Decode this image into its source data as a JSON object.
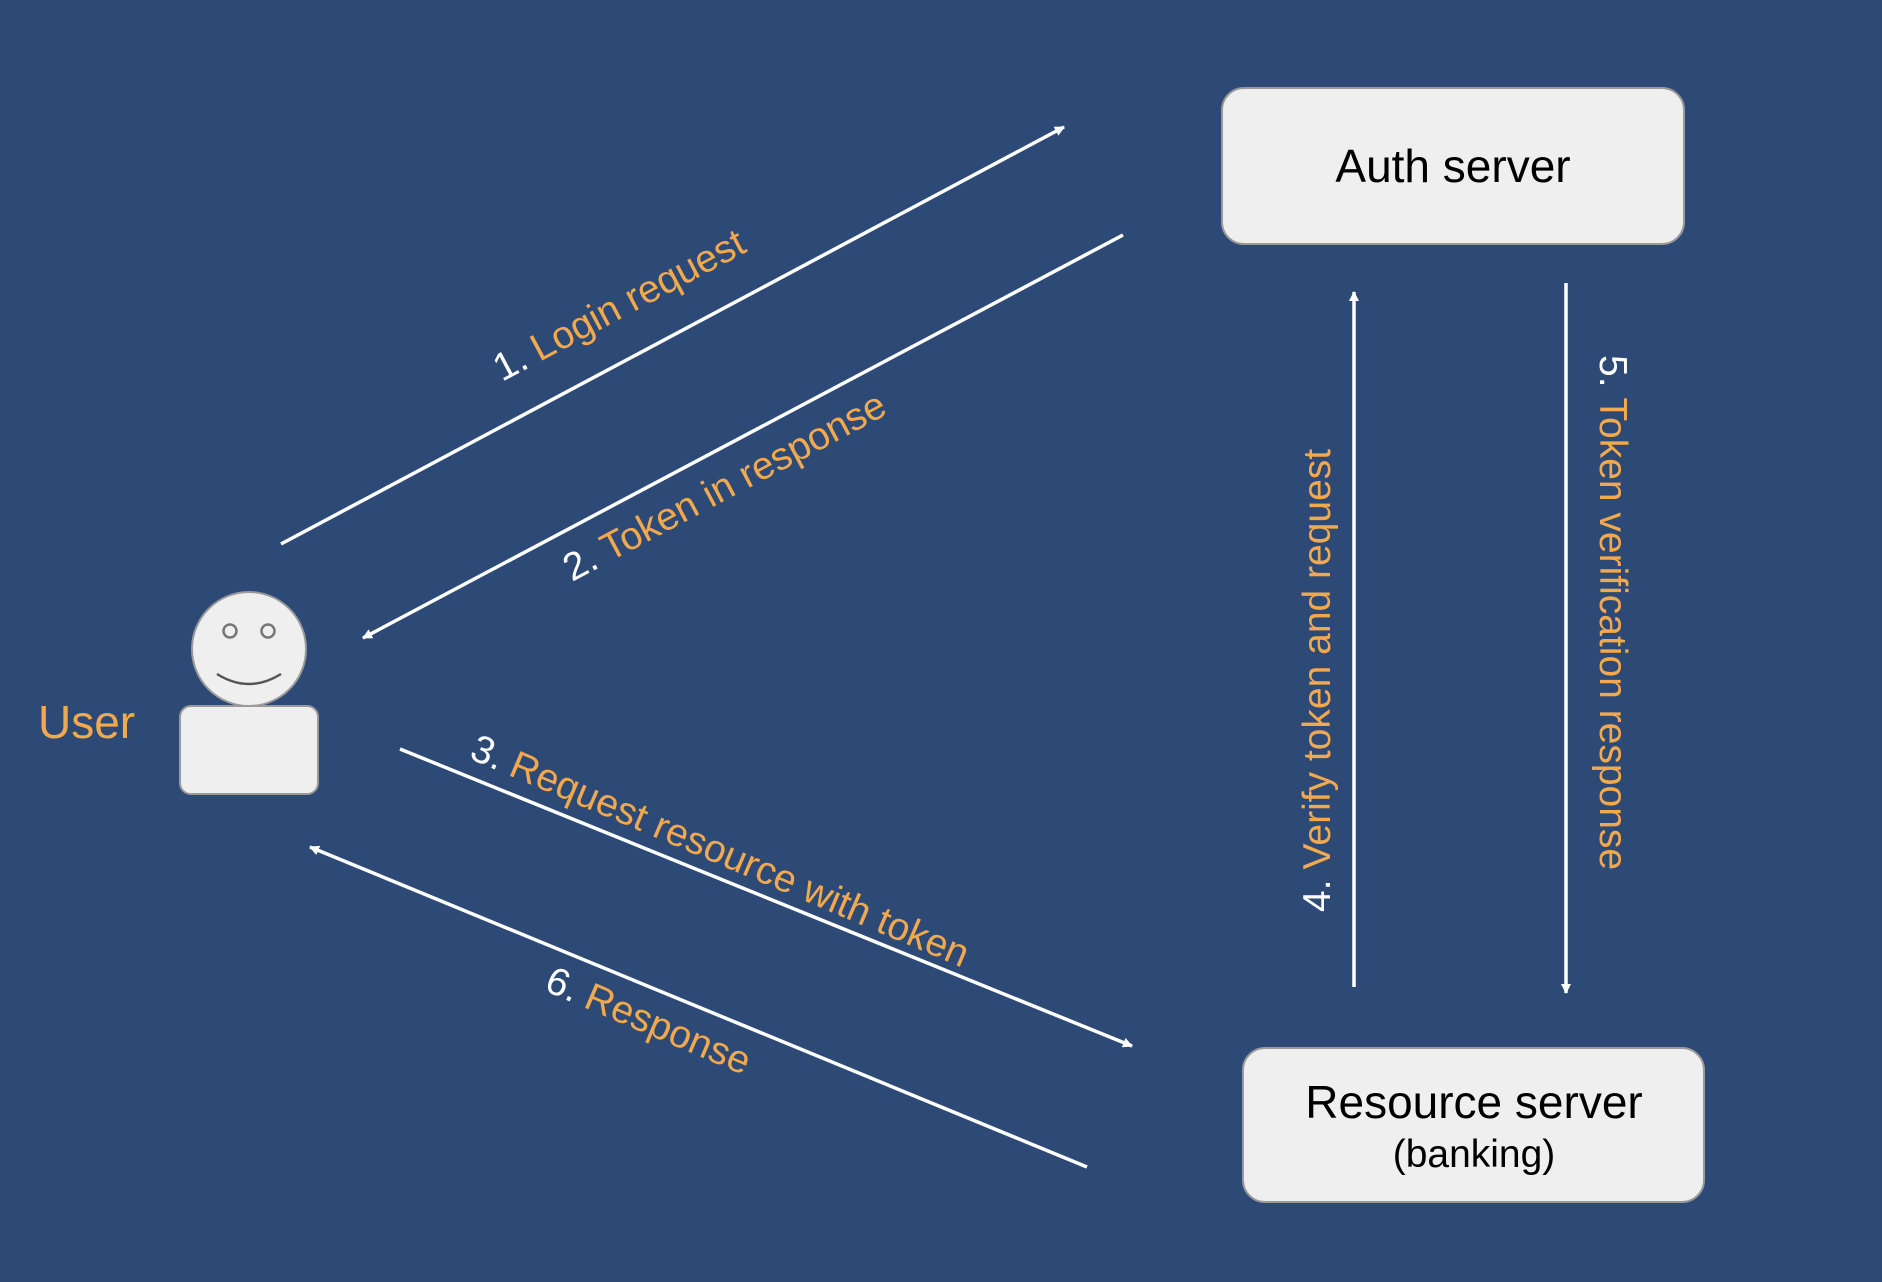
{
  "colors": {
    "background": "#2d4a77",
    "arrow": "#ffffff",
    "label_number": "#ffffff",
    "label_text": "#f2a94e",
    "box_fill": "#efefef",
    "box_stroke": "#9a9a9a"
  },
  "icons": {
    "user": "smiley-person-icon"
  },
  "nodes": {
    "user": {
      "label": "User"
    },
    "auth_server": {
      "title": "Auth server"
    },
    "resource_server": {
      "title": "Resource server",
      "subtitle": "(banking)"
    }
  },
  "steps": [
    {
      "number": "1.",
      "text": "Login request"
    },
    {
      "number": "2.",
      "text": "Token in response"
    },
    {
      "number": "3.",
      "text": "Request resource with token"
    },
    {
      "number": "4.",
      "text": "Verify token and request"
    },
    {
      "number": "5.",
      "text": "Token verification response"
    },
    {
      "number": "6.",
      "text": "Response"
    }
  ]
}
